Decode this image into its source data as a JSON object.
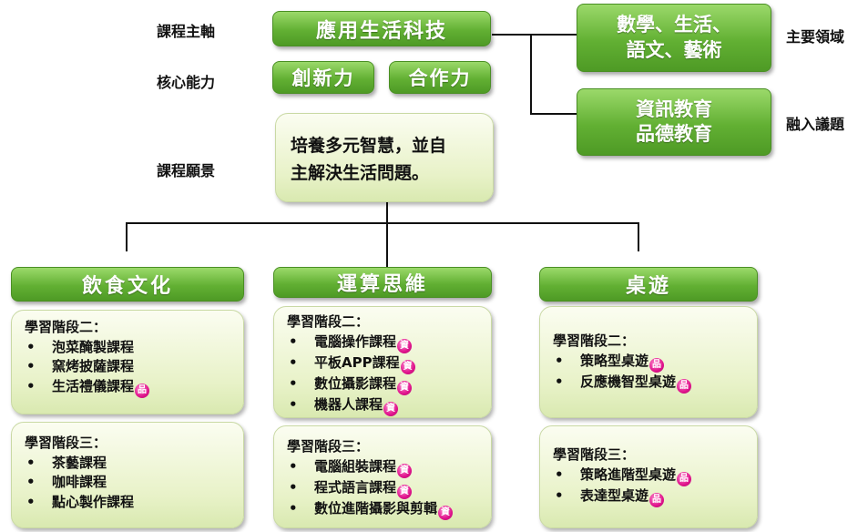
{
  "left_labels": {
    "axis": "課程主軸",
    "core": "核心能力",
    "vision": "課程願景"
  },
  "right_labels": {
    "domain": "主要領域",
    "issues": "融入議題"
  },
  "axis_box": "應用生活科技",
  "core_boxes": [
    "創新力",
    "合作力"
  ],
  "domain_box": [
    "數學、生活、",
    "語文、藝術"
  ],
  "issue_box": [
    "資訊教育",
    "品德教育"
  ],
  "vision_text": [
    "培養多元智慧，並自",
    "主解決生活問題。"
  ],
  "columns": [
    {
      "title": "飲食文化",
      "stage2": {
        "heading": "學習階段二：",
        "items": [
          {
            "text": "泡菜醃製課程",
            "badge": ""
          },
          {
            "text": "窯烤披薩課程",
            "badge": ""
          },
          {
            "text": "生活禮儀課程",
            "badge": "品"
          }
        ]
      },
      "stage3": {
        "heading": "學習階段三：",
        "items": [
          {
            "text": "茶藝課程",
            "badge": ""
          },
          {
            "text": "咖啡課程",
            "badge": ""
          },
          {
            "text": "點心製作課程",
            "badge": ""
          }
        ]
      }
    },
    {
      "title": "運算思維",
      "stage2": {
        "heading": "學習階段二：",
        "items": [
          {
            "text": "電腦操作課程",
            "badge": "資"
          },
          {
            "text": "平板APP課程",
            "badge": "資"
          },
          {
            "text": "數位攝影課程",
            "badge": "資"
          },
          {
            "text": "機器人課程",
            "badge": "資"
          }
        ]
      },
      "stage3": {
        "heading": "學習階段三：",
        "items": [
          {
            "text": "電腦組裝課程",
            "badge": "資"
          },
          {
            "text": "程式語言課程",
            "badge": "資"
          },
          {
            "text": "數位進階攝影與剪輯",
            "badge": "資"
          }
        ]
      }
    },
    {
      "title": "桌遊",
      "stage2": {
        "heading": "學習階段二：",
        "items": [
          {
            "text": "策略型桌遊",
            "badge": "品"
          },
          {
            "text": "反應機智型桌遊",
            "badge": "品"
          }
        ]
      },
      "stage3": {
        "heading": "學習階段三：",
        "items": [
          {
            "text": "策略進階型桌遊",
            "badge": "品"
          },
          {
            "text": "表達型桌遊",
            "badge": "品"
          }
        ]
      }
    }
  ]
}
